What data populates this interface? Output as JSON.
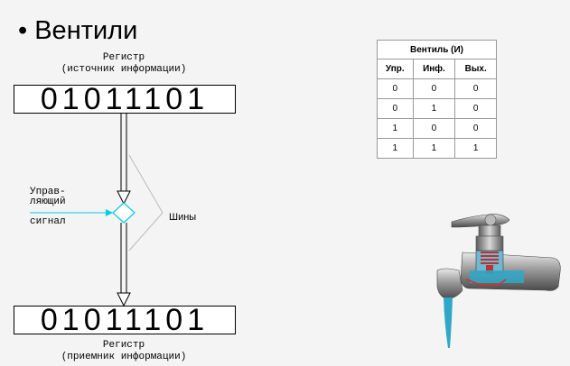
{
  "title": "Вентили",
  "bullet": "•",
  "source_register": {
    "caption_1": "Регистр",
    "caption_2": "(источник информации)",
    "bits": "01011101"
  },
  "dest_register": {
    "caption_1": "Регистр",
    "caption_2": "(приемник информации)",
    "bits": "01011101"
  },
  "control_label": {
    "line_1": "Управ-",
    "line_2": "ляющий",
    "line_3": "сигнал"
  },
  "bus_label": "Шины",
  "truth_table": {
    "title": "Вентиль (И)",
    "headers": [
      "Упр.",
      "Инф.",
      "Вых."
    ],
    "rows": [
      [
        "0",
        "0",
        "0"
      ],
      [
        "0",
        "1",
        "0"
      ],
      [
        "1",
        "0",
        "0"
      ],
      [
        "1",
        "1",
        "1"
      ]
    ]
  },
  "colors": {
    "signal": "#00ccee",
    "water": "#2fa8c8"
  },
  "faucet_icon": "faucet-icon"
}
